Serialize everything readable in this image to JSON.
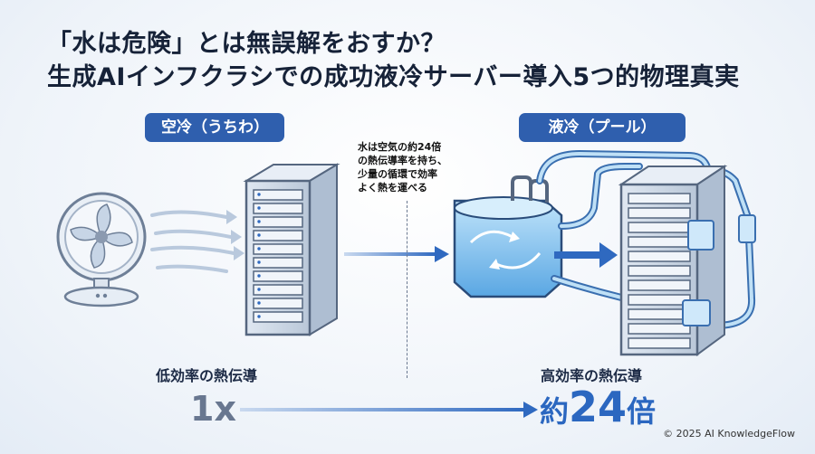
{
  "title": {
    "line1": "「水は危険」とは無誤解をおすか？",
    "line2": "生成AIインフクラシでの成功液冷サーバー導入5つ的物理真実"
  },
  "left_panel": {
    "badge": "空冷（うちわ）",
    "caption": "低効率の熱伝導",
    "value": "1x"
  },
  "right_panel": {
    "badge": "液冷（プール）",
    "caption": "高効率の熱伝導",
    "value_prefix": "約",
    "value_number": "24",
    "value_suffix": "倍"
  },
  "note": {
    "lines": [
      "水は空気の約24倍",
      "の熱伝導率を持ち、",
      "少量の循環で効率",
      "よく熱を運べる"
    ]
  },
  "colors": {
    "accent": "#2f5fae",
    "highlight": "#2b67c0",
    "muted": "#687790"
  },
  "copyright": "© 2025 AI KnowledgeFlow"
}
